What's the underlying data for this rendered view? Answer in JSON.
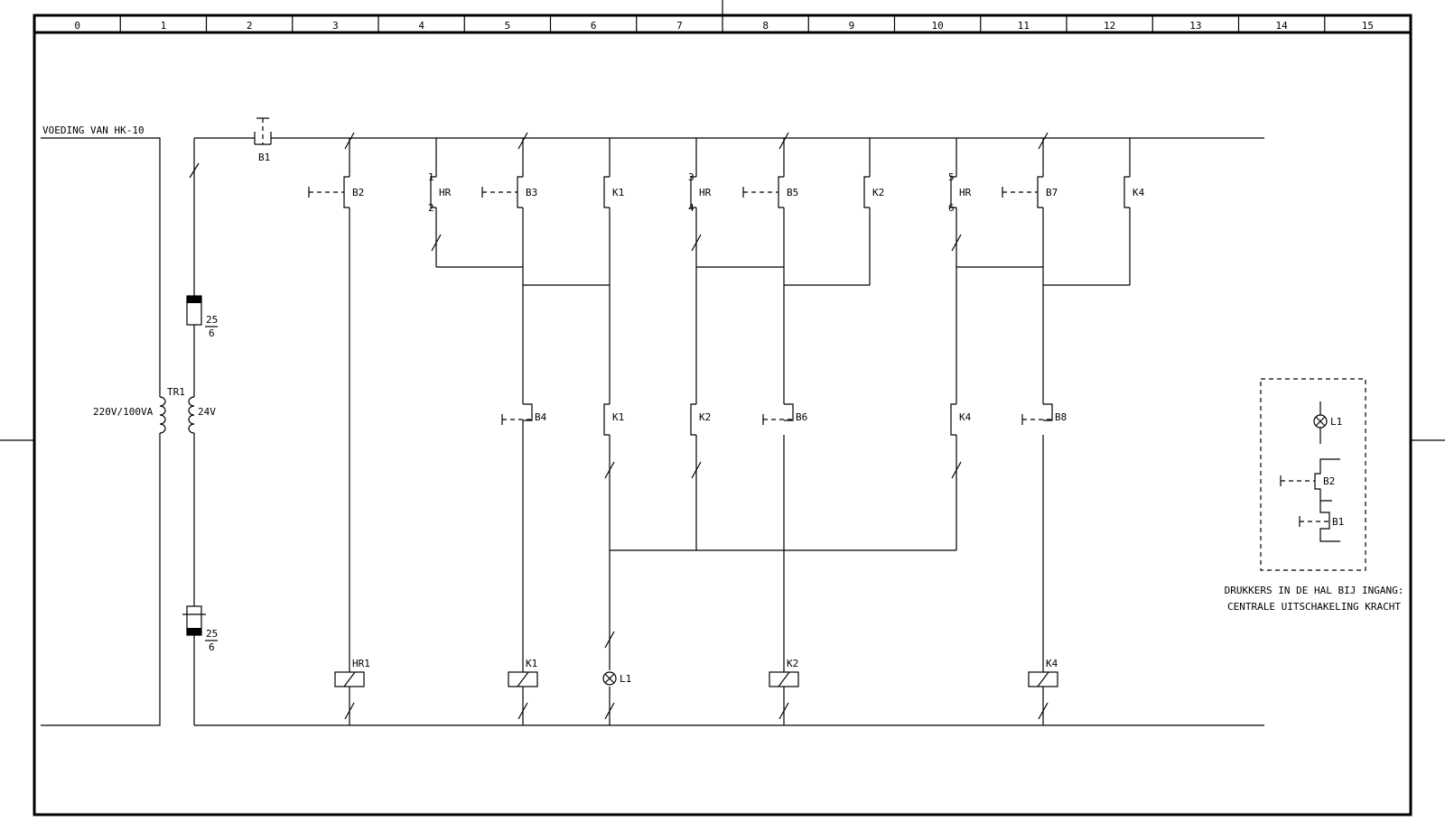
{
  "sheet": {
    "columns": [
      "0",
      "1",
      "2",
      "3",
      "4",
      "5",
      "6",
      "7",
      "8",
      "9",
      "10",
      "11",
      "12",
      "13",
      "14",
      "15"
    ]
  },
  "supply": {
    "label": "VOEDING VAN HK-10",
    "transformer": "TR1",
    "primary": "220V/100VA",
    "secondary": "24V",
    "fuse_top_num": "25",
    "fuse_top_den": "6",
    "fuse_bot_num": "25",
    "fuse_bot_den": "6",
    "main_button": "B1"
  },
  "contacts": {
    "b2": "B2",
    "hr1": "HR",
    "hr1_t": "1",
    "hr1_b": "2",
    "b3": "B3",
    "k1a": "K1",
    "hr2": "HR",
    "hr2_t": "3",
    "hr2_b": "4",
    "b5": "B5",
    "k2a": "K2",
    "hr3": "HR",
    "hr3_t": "5",
    "hr3_b": "6",
    "b7": "B7",
    "k4a": "K4",
    "b4": "B4",
    "k1b": "K1",
    "k2b": "K2",
    "b6": "B6",
    "k4b": "K4",
    "b8": "B8"
  },
  "coils": {
    "hr1": "HR1",
    "k1": "K1",
    "l1": "L1",
    "k2": "K2",
    "k4": "K4"
  },
  "hall_box": {
    "lamp": "L1",
    "button_a": "B2",
    "button_b": "B1",
    "caption_line1": "DRUKKERS IN DE HAL BIJ INGANG:",
    "caption_line2": "CENTRALE UITSCHAKELING KRACHT"
  }
}
